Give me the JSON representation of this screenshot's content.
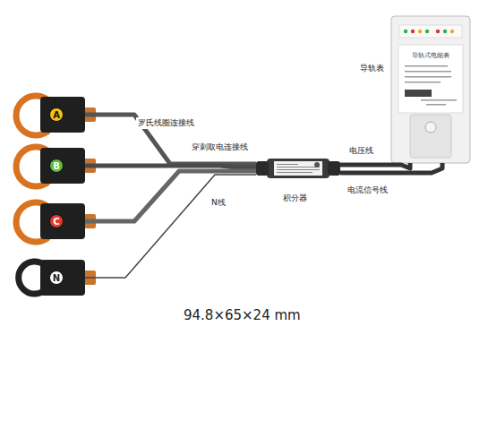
{
  "diagram": {
    "nodes": [
      {
        "text": [
          "A"
        ]
      },
      {
        "text": [
          "B"
        ]
      },
      {
        "text": [
          "C"
        ]
      },
      {
        "text": [
          "N"
        ]
      },
      {
        "text": [
          "积分器"
        ]
      },
      {
        "text": [
          "导轨式电能表",
          "导轨表"
        ]
      }
    ],
    "edges": [
      {
        "from": 0,
        "to": 4,
        "arrow": "none"
      },
      {
        "from": 1,
        "to": 4,
        "arrow": "none"
      },
      {
        "from": 2,
        "to": 4,
        "arrow": "none"
      },
      {
        "from": 3,
        "to": 4,
        "arrow": "none"
      },
      {
        "from": 4,
        "to": 5,
        "arrow": "none",
        "label": "电压线"
      },
      {
        "from": 4,
        "to": 5,
        "arrow": "none",
        "label": "电流信号线"
      }
    ],
    "labels": [
      "罗氏线圈连接线",
      "穿刺取电连接线",
      "N线",
      "94.8×65×24 mm"
    ]
  }
}
